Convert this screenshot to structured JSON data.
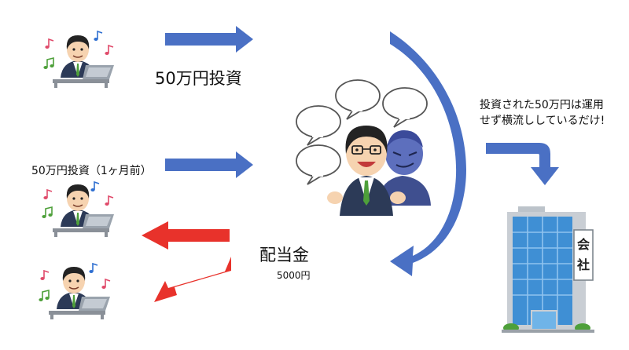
{
  "labels": {
    "invest": "50万円投資",
    "invest_prev": "50万円投資（1ヶ月前）",
    "dividend": "配当金",
    "dividend_amount": "5000円",
    "note_line1": "投資された50万円は運用",
    "note_line2": "せず横流ししているだけ!"
  },
  "building_sign": [
    "会",
    "社"
  ],
  "icons": {
    "investor": "investor-at-laptop-icon",
    "broker": "smiling-broker-icon",
    "shadow": "scheming-shadow-icon",
    "speech": "speech-bubble-icon",
    "company": "company-building-icon",
    "music": "music-note-icon"
  },
  "colors": {
    "blue_arrow": "#4a70c4",
    "red_arrow": "#e8322b",
    "building_glass": "#3f8fd4",
    "building_frame": "#c9ced4",
    "suit": "#2c3a57",
    "skin": "#f6d3b0",
    "hair": "#232323",
    "tie": "#4ea03a",
    "shadow_face": "#5d6fbd",
    "laptop": "#9aa3ad"
  }
}
